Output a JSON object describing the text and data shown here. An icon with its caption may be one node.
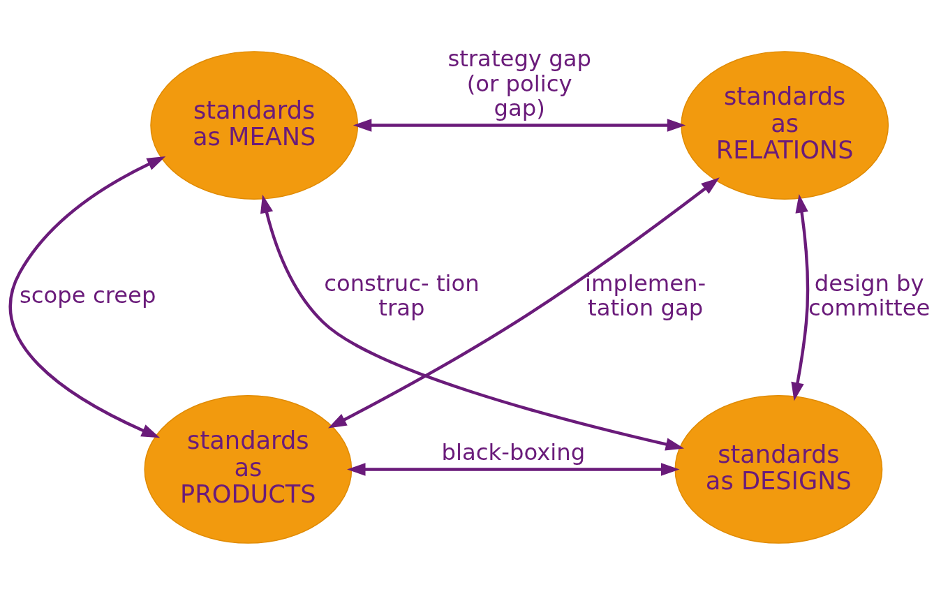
{
  "diagram": {
    "nodes": [
      {
        "text": [
          "standards as MEANS"
        ]
      },
      {
        "text": [
          "standards as RELATIONS"
        ]
      },
      {
        "text": [
          "standards as PRODUCTS"
        ]
      },
      {
        "text": [
          "standards as DESIGNS"
        ]
      }
    ],
    "edges": [
      {
        "from": 0,
        "to": 1,
        "arrow": "both",
        "label": "strategy gap (or policy gap)"
      },
      {
        "from": 0,
        "to": 2,
        "arrow": "both",
        "label": "scope creep"
      },
      {
        "from": 1,
        "to": 3,
        "arrow": "both",
        "label": "design by committee"
      },
      {
        "from": 0,
        "to": 3,
        "arrow": "both",
        "label": "construc- tion trap"
      },
      {
        "from": 1,
        "to": 2,
        "arrow": "both",
        "label": "implemen- tation gap"
      },
      {
        "from": 2,
        "to": 3,
        "arrow": "both",
        "label": "black-boxing"
      }
    ]
  }
}
